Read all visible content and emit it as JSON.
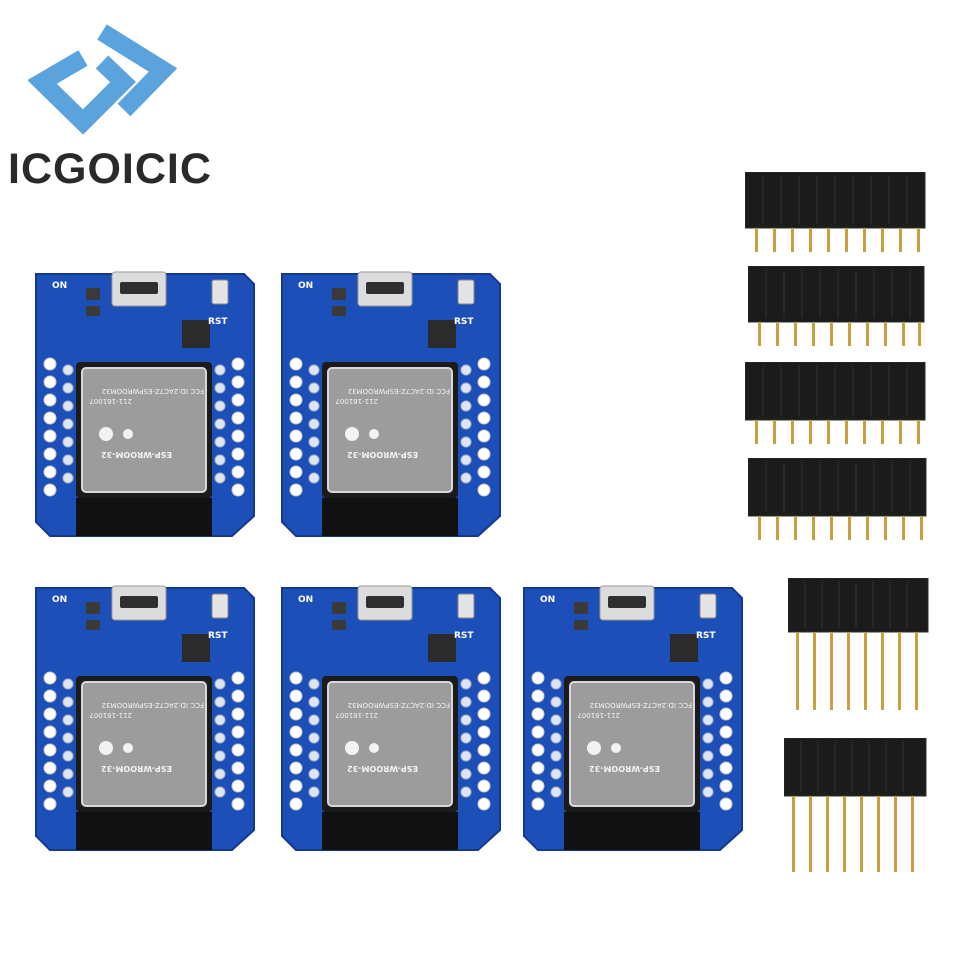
{
  "brand": {
    "name": "ICGOICIC",
    "logo_icon": "diamond-arrow-logo",
    "logo_color": "#5aa3dd"
  },
  "board": {
    "label_power": "ON",
    "label_reset": "RST",
    "module_model": "ESP-WROOM-32",
    "module_fcc": "FCC ID:2AC7Z-ESPWROOM32",
    "module_cert": "211-161007",
    "pcb_color": "#1d4fb8",
    "shield_color": "#9c9c9c"
  },
  "headers": {
    "color_plastic": "#1b1b1b",
    "color_pins": "#c8a040"
  },
  "counts": {
    "boards": 5,
    "header_strips": 6
  }
}
